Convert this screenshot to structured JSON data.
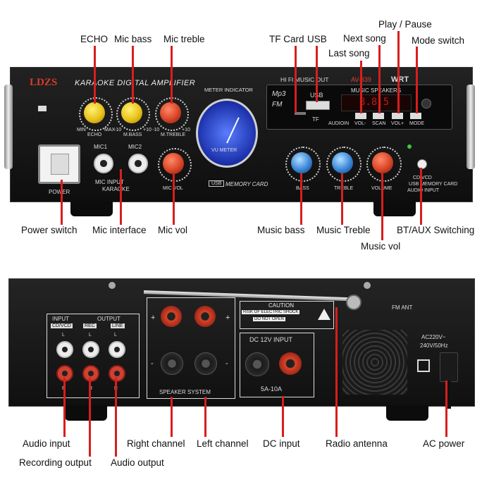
{
  "front": {
    "brand": "LDZS",
    "model_title": "KARAOKE DIGITAL AMPLIFIER",
    "meter_title": "METER INDICATOR",
    "hifi_text": "HI FI MUSIC OUT",
    "model_code": "AV-339",
    "wrt_text": "WRT",
    "music_speakers": "MUSIC SPEAKERS",
    "mp3": "Mp3",
    "fm": "FM",
    "usb_slot": "USB",
    "tf_slot": "TF",
    "display": "8.8.5",
    "audioin": "AUDIOIN",
    "btn_vol_minus": "VOL-",
    "btn_scan": "SCAN",
    "btn_vol_plus": "VOL+",
    "btn_mode": "MODE",
    "vu_label": "VU METER",
    "memory_card": "MEMORY CARD",
    "usb_badge": "USB",
    "power": "POWER",
    "mic1": "MIC1",
    "mic2": "MIC2",
    "mic_input": "MIC INPUT",
    "karaoke": "KARAOKE",
    "echo_knob": "ECHO",
    "mbass_knob": "M.BASS",
    "mtreble_knob": "M.TREBLE",
    "micvol_knob": "MIC VOL",
    "bass_knob": "BASS",
    "treble_knob": "TREBLE",
    "volume_knob": "VOLUME",
    "min": "MIN",
    "max": "MAX",
    "minus10": "-10",
    "plus10": "+10",
    "cd_vcd": "CD/VCD",
    "usb_memory": "USB MEMORY CARD",
    "audio_input": "AUDIO INPUT"
  },
  "back": {
    "input": "INPUT",
    "cdvcd": "CD/VCD",
    "output": "OUTPUT",
    "rec": "REC",
    "line": "LINE",
    "l": "L",
    "r": "R",
    "plus": "+",
    "minus": "-",
    "speaker_system": "SPEAKER SYSTEM",
    "caution": "CAUTION",
    "risk": "RISK OF ELECTRIC SHOCK",
    "do_not_open": "DO NOT OPEN",
    "dc_input": "DC 12V INPUT",
    "current": "5A-10A",
    "fm_ant": "FM ANT",
    "ac_rating_1": "AC220V~",
    "ac_rating_2": "240V/50Hz"
  },
  "callouts": {
    "echo": "ECHO",
    "mic_bass": "Mic bass",
    "mic_treble": "Mic treble",
    "tf_card": "TF Card",
    "usb": "USB",
    "last_song": "Last song",
    "next_song": "Next song",
    "play_pause": "Play / Pause",
    "mode_switch": "Mode switch",
    "power_switch": "Power switch",
    "mic_interface": "Mic interface",
    "mic_vol": "Mic vol",
    "music_bass": "Music bass",
    "music_treble": "Music Treble",
    "music_vol": "Music vol",
    "bt_aux": "BT/AUX Switching",
    "audio_input": "Audio input",
    "recording_output": "Recording output",
    "audio_output": "Audio output",
    "right_channel": "Right channel",
    "left_channel": "Left channel",
    "dc_input": "DC input",
    "radio_antenna": "Radio antenna",
    "ac_power": "AC power"
  },
  "colors": {
    "callout_line": "#d81e1e",
    "knob_yellow": "#e8c21a",
    "knob_red": "#d84428",
    "knob_blue": "#3a86d8"
  }
}
